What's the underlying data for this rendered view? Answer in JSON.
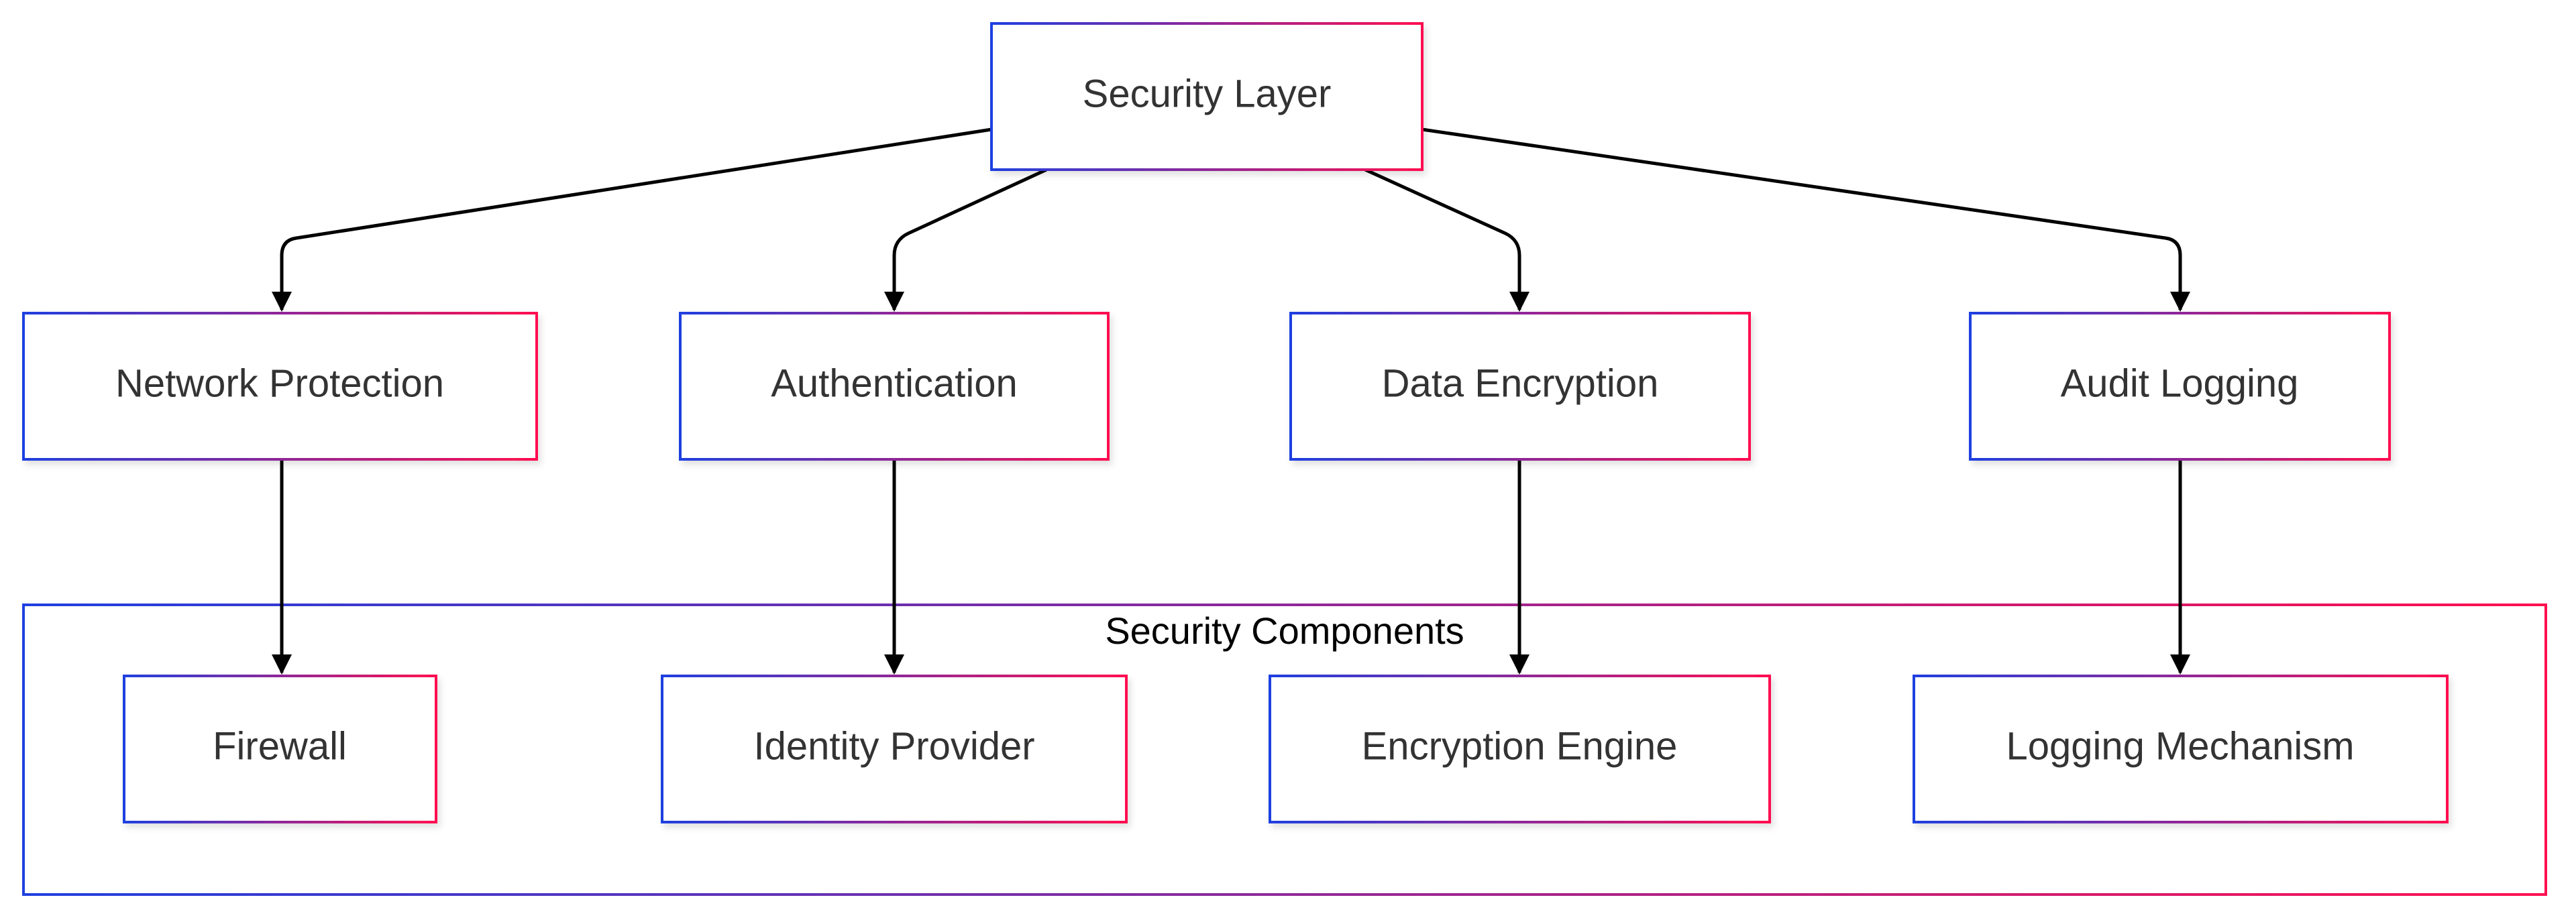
{
  "diagram": {
    "nodes": {
      "security_layer": "Security Layer",
      "network_protection": "Network Protection",
      "authentication": "Authentication",
      "data_encryption": "Data Encryption",
      "audit_logging": "Audit Logging",
      "firewall": "Firewall",
      "identity_provider": "Identity Provider",
      "encryption_engine": "Encryption Engine",
      "logging_mechanism": "Logging Mechanism"
    },
    "cluster": {
      "security_components": "Security Components"
    },
    "edges": [
      {
        "from": "Security Layer",
        "to": "Network Protection"
      },
      {
        "from": "Security Layer",
        "to": "Authentication"
      },
      {
        "from": "Security Layer",
        "to": "Data Encryption"
      },
      {
        "from": "Security Layer",
        "to": "Audit Logging"
      },
      {
        "from": "Network Protection",
        "to": "Firewall"
      },
      {
        "from": "Authentication",
        "to": "Identity Provider"
      },
      {
        "from": "Data Encryption",
        "to": "Encryption Engine"
      },
      {
        "from": "Audit Logging",
        "to": "Logging Mechanism"
      }
    ],
    "colors": {
      "border_gradient_start": "#1f3fe0",
      "border_gradient_end": "#ff1050",
      "node_fill": "#ffffff",
      "text": "#333333",
      "edge": "#000000"
    }
  }
}
